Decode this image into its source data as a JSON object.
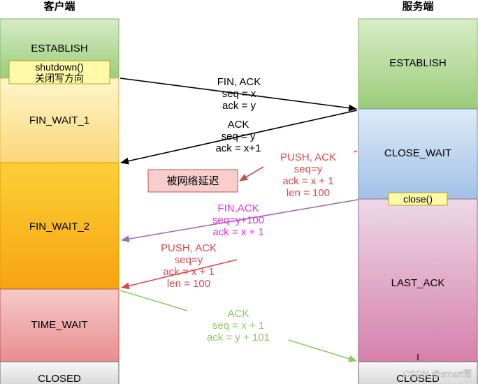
{
  "headers": {
    "client": "客户端",
    "server": "服务端"
  },
  "client_states": {
    "establish": "ESTABLISH",
    "fin_wait_1": "FIN_WAIT_1",
    "fin_wait_2": "FIN_WAIT_2",
    "time_wait": "TIME_WAIT",
    "closed": "CLOSED"
  },
  "server_states": {
    "establish": "ESTABLISH",
    "close_wait": "CLOSE_WAIT",
    "last_ack": "LAST_ACK",
    "closed": "CLOSED"
  },
  "calls": {
    "shutdown": [
      "shutdown()",
      "关闭写方向"
    ],
    "close": "close()"
  },
  "delay_note": "被网络延迟",
  "messages": {
    "fin_ack_1": [
      "FIN, ACK",
      "seq = x",
      "ack = y"
    ],
    "ack_1": [
      "ACK",
      "seq = y",
      "ack = x+1"
    ],
    "push_ack_delayed": [
      "PUSH, ACK",
      "seq=y",
      "ack = x + 1",
      "len = 100"
    ],
    "fin_ack_2": [
      "FIN,ACK",
      "seq=y+100",
      "ack = x + 1"
    ],
    "push_ack_arrived": [
      "PUSH, ACK",
      "seq=y",
      "ack = x + 1",
      "len = 100"
    ],
    "ack_final": [
      "ACK",
      "seq = x + 1",
      "ack = y + 101"
    ]
  },
  "colors": {
    "black": "#000000",
    "red": "#e0464b",
    "magenta": "#ee2ee9",
    "purple": "#9a6fb3",
    "green": "#8cca68",
    "delay_arrow": "#b85450"
  },
  "watermark": "CSDN @smart哥"
}
